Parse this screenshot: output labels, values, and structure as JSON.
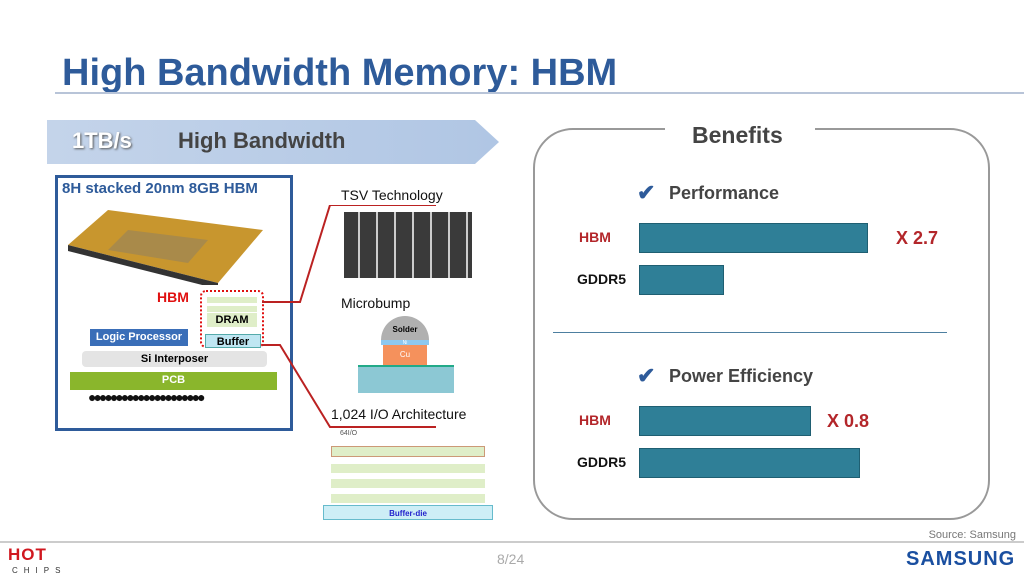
{
  "title": "High Bandwidth Memory: HBM",
  "banner": {
    "speed": "1TB/s",
    "label": "High Bandwidth"
  },
  "hbm_box": {
    "title": "8H stacked 20nm 8GB HBM",
    "hbm_label": "HBM",
    "dram": "DRAM",
    "buffer": "Buffer",
    "logic": "Logic Processor",
    "interposer": "Si Interposer",
    "pcb": "PCB"
  },
  "tech": {
    "tsv": "TSV Technology",
    "microbump": "Microbump",
    "solder": "Solder",
    "ni": "Ni",
    "cu": "Cu",
    "io": "1,024 I/O Architecture",
    "io_legend": "64I/O",
    "buffer_die": "Buffer-die"
  },
  "benefits": {
    "title": "Benefits",
    "sections": [
      {
        "heading": "Performance",
        "multiplier": "X 2.7",
        "bars": [
          {
            "label": "HBM",
            "value": 2.7,
            "color": "#b3262a"
          },
          {
            "label": "GDDR5",
            "value": 1,
            "color": "#111111"
          }
        ]
      },
      {
        "heading": "Power Efficiency",
        "multiplier": "X 0.8",
        "bars": [
          {
            "label": "HBM",
            "value": 0.78,
            "color": "#b3262a"
          },
          {
            "label": "GDDR5",
            "value": 1,
            "color": "#111111"
          }
        ]
      }
    ]
  },
  "chart_data": [
    {
      "type": "bar",
      "orientation": "horizontal",
      "title": "Performance",
      "categories": [
        "HBM",
        "GDDR5"
      ],
      "values": [
        2.7,
        1
      ],
      "annotation": "X 2.7"
    },
    {
      "type": "bar",
      "orientation": "horizontal",
      "title": "Power Efficiency",
      "categories": [
        "HBM",
        "GDDR5"
      ],
      "values": [
        0.8,
        1
      ],
      "annotation": "X 0.8"
    }
  ],
  "footer": {
    "source": "Source: Samsung",
    "page": "8/24",
    "brand": "SAMSUNG",
    "logo_hot": "HOT",
    "logo_chips": "CHIPS"
  },
  "colors": {
    "title": "#2e5b9a",
    "bar": "#2f7f97",
    "accent": "#b3262a"
  }
}
